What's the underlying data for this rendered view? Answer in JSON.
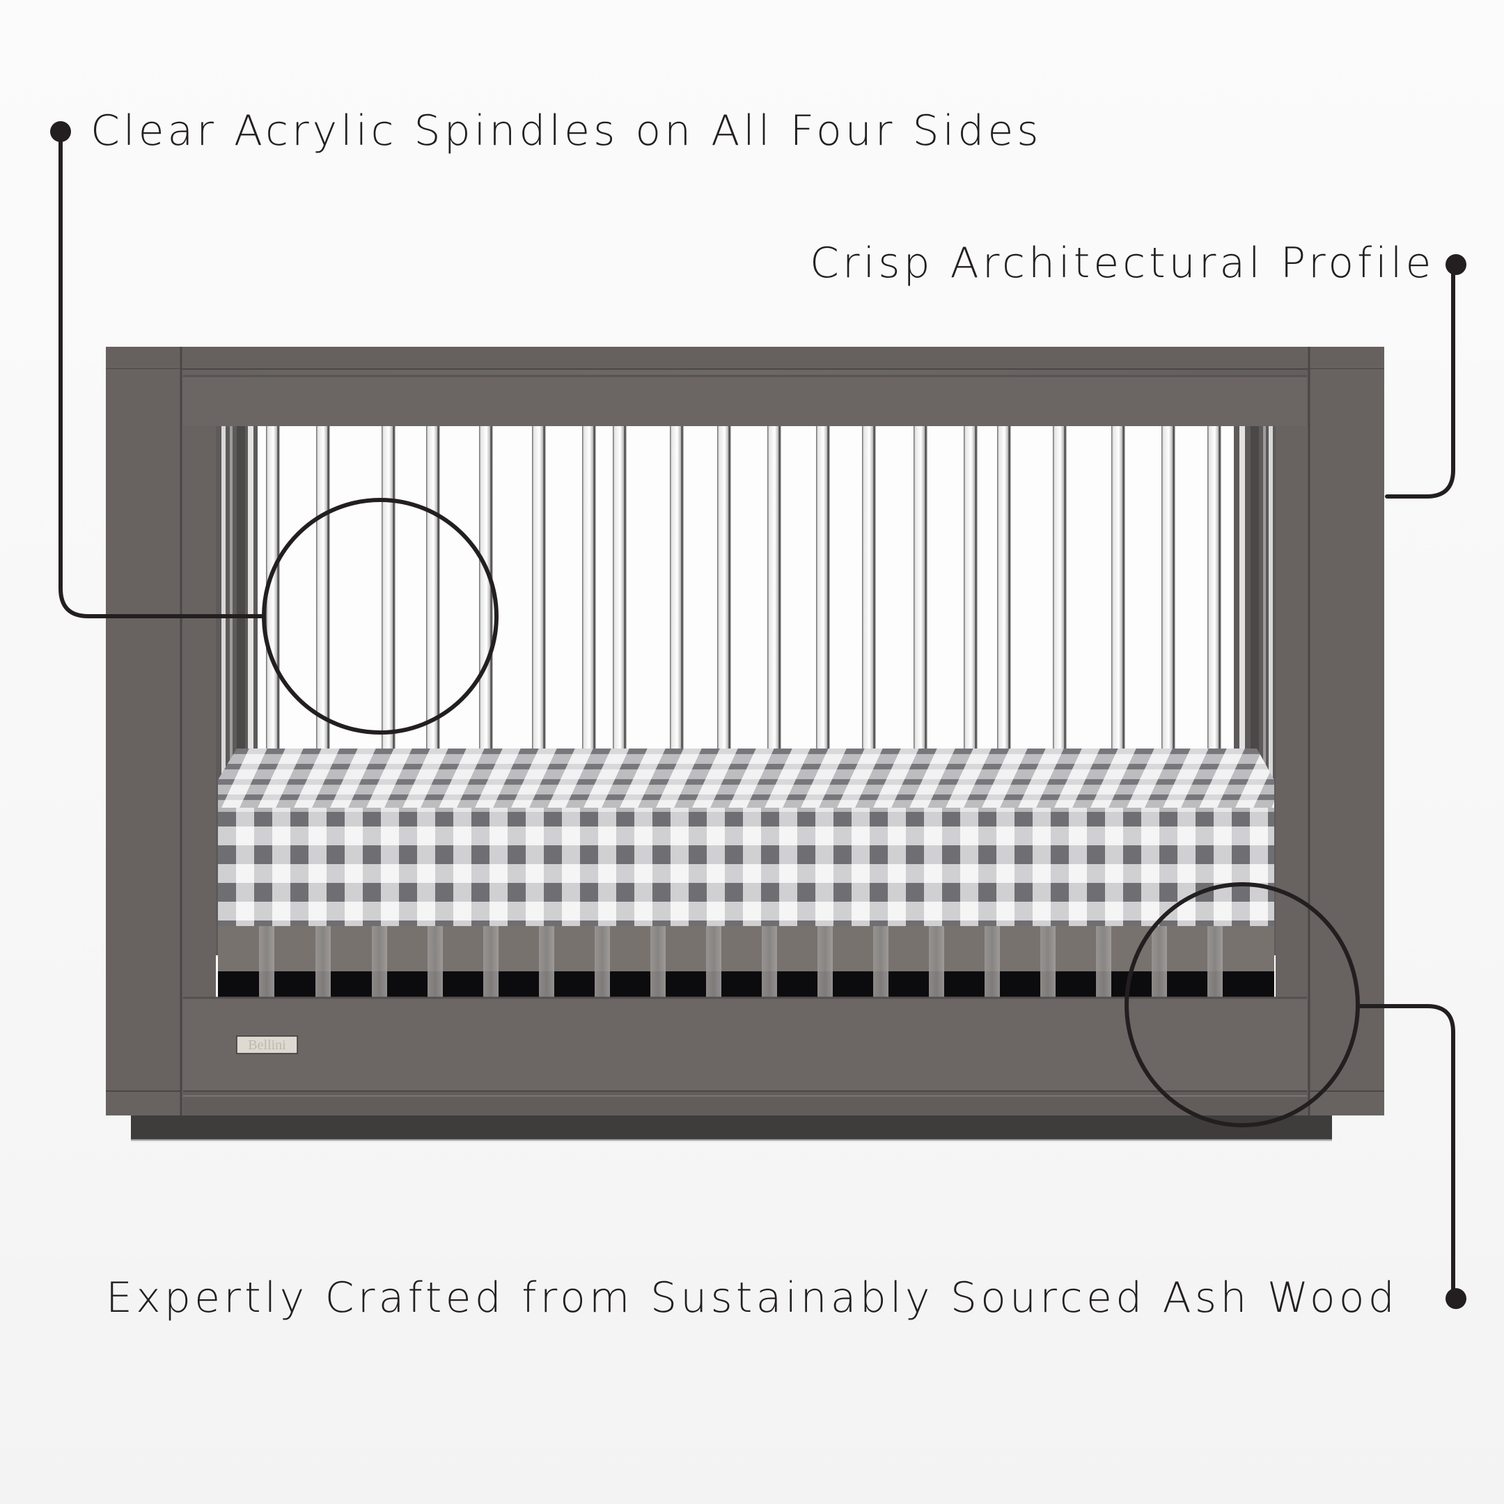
{
  "callouts": [
    {
      "id": "spindles",
      "text": "Clear Acrylic Spindles on All Four Sides"
    },
    {
      "id": "profile",
      "text": "Crisp Architectural Profile"
    },
    {
      "id": "wood",
      "text": "Expertly Crafted from Sustainably Sourced Ash Wood"
    }
  ],
  "product": {
    "type": "crib",
    "badge_text": "Bellini",
    "colors": {
      "wood": "#6a6563",
      "wood_dark": "#4e4a49",
      "plinth": "#3f3c3c",
      "gingham_dark": "#707074",
      "gingham_light": "#c4c4c6",
      "callout_line": "#231f20",
      "background": "#f7f7f7"
    }
  }
}
